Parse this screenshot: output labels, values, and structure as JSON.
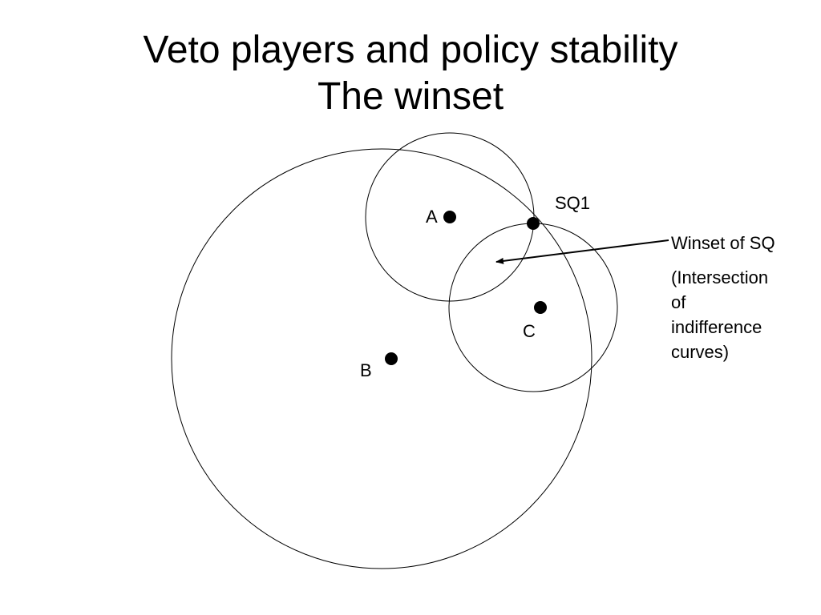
{
  "slide": {
    "title_line1": "Veto players and policy stability",
    "title_line2": "The winset"
  },
  "diagram": {
    "points": {
      "a": "A",
      "b": "B",
      "c": "C",
      "sq": "SQ1"
    },
    "annotation": {
      "winset_label": "Winset of SQ",
      "explanation_lines": [
        "(Intersection",
        "of",
        "indifference",
        "curves)"
      ]
    },
    "colors": {
      "stroke": "#000000",
      "background": "#ffffff"
    }
  }
}
